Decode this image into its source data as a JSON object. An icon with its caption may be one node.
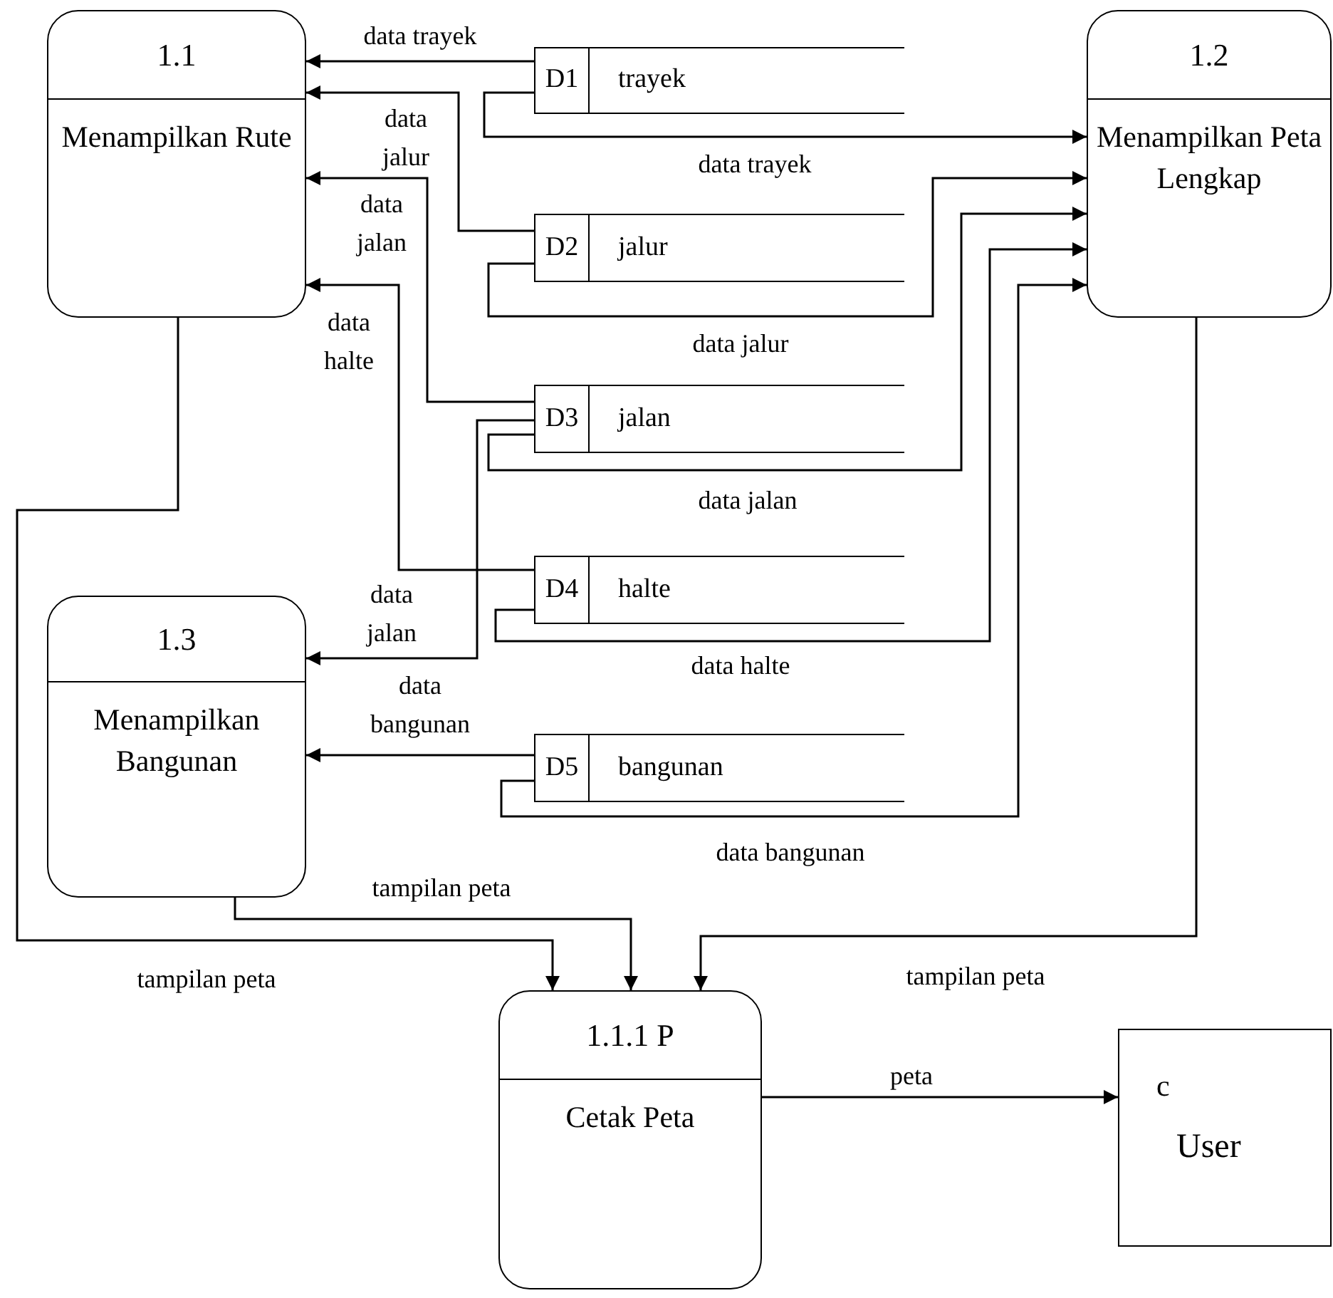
{
  "diagram": {
    "nodes": [
      {
        "text": [
          "1.1",
          "Menampilkan Rute"
        ]
      },
      {
        "text": [
          "1.2",
          "Menampilkan Peta Lengkap"
        ]
      },
      {
        "text": [
          "D1",
          "trayek"
        ]
      },
      {
        "text": [
          "D2",
          "jalur"
        ]
      },
      {
        "text": [
          "D3",
          "jalan"
        ]
      },
      {
        "text": [
          "D4",
          "halte"
        ]
      },
      {
        "text": [
          "1.3",
          "Menampilkan Bangunan"
        ]
      },
      {
        "text": [
          "D5",
          "bangunan"
        ]
      },
      {
        "text": [
          "1.1.1 P",
          "Cetak Peta"
        ]
      },
      {
        "text": [
          "c",
          "User"
        ]
      }
    ],
    "edges": [
      {
        "from": 2,
        "to": 0,
        "arrow": "to",
        "label": "data trayek"
      },
      {
        "from": 2,
        "to": 1,
        "arrow": "to",
        "label": "data trayek"
      },
      {
        "from": 3,
        "to": 0,
        "arrow": "to",
        "label": "data jalur"
      },
      {
        "from": 3,
        "to": 1,
        "arrow": "to",
        "label": "data jalur"
      },
      {
        "from": 4,
        "to": 0,
        "arrow": "to",
        "label": "data jalan"
      },
      {
        "from": 4,
        "to": 1,
        "arrow": "to",
        "label": "data jalan"
      },
      {
        "from": 5,
        "to": 0,
        "arrow": "to",
        "label": "data halte"
      },
      {
        "from": 5,
        "to": 1,
        "arrow": "to",
        "label": "data halte"
      },
      {
        "from": 4,
        "to": 6,
        "arrow": "to",
        "label": "data jalan"
      },
      {
        "from": 7,
        "to": 6,
        "arrow": "to",
        "label": "data bangunan"
      },
      {
        "from": 7,
        "to": 1,
        "arrow": "to",
        "label": "data bangunan"
      },
      {
        "from": 0,
        "to": 8,
        "arrow": "to",
        "label": "tampilan peta"
      },
      {
        "from": 6,
        "to": 8,
        "arrow": "to",
        "label": "tampilan peta"
      },
      {
        "from": 1,
        "to": 8,
        "arrow": "to",
        "label": "tampilan peta"
      },
      {
        "from": 8,
        "to": 9,
        "arrow": "to",
        "label": "peta"
      }
    ]
  }
}
